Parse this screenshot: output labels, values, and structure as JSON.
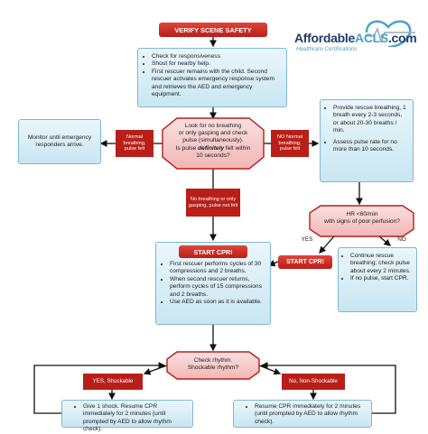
{
  "logo": {
    "brand_part1": "Affordable",
    "brand_part2": "ACLS",
    "brand_part3": ".com",
    "tagline": "Healthcare Certifications",
    "colors": {
      "primary": "#1f3d6b",
      "accent": "#4aa3c8"
    }
  },
  "steps": {
    "verify": "VERIFY SCENE SAFETY",
    "initial_actions": [
      "Check for responsiveness.",
      "Shout for nearby help.",
      "First rescuer remains with the child. Second rescuer activates emergency response system and retrieves the AED and emergency equipment."
    ],
    "assess_line1": "Look for no breathing",
    "assess_line2": "or only gasping and check",
    "assess_line3": "pulse (simultaneously).",
    "assess_line4_pre": "Is pulse ",
    "assess_line4_em": "definitely",
    "assess_line4_post": " felt  within",
    "assess_line5": "10 seconds?",
    "normal_label": "Normal breathing, pulse felt",
    "monitor": "Monitor until emergency responders arrive.",
    "no_normal_label": "NO Normal breathing, pulse felt",
    "rescue_breathing": [
      "Provide rescue breathing, 1 breath every 2-3 seconds, or about 20-30 breaths / min.",
      "Assess pulse rate for no more than 10 seconds."
    ],
    "hr_line1": "HR <60/min",
    "hr_line2": "with signs of poor perfusion?",
    "yes": "YES",
    "no": "NO",
    "start_cpr_right": "START CPR!",
    "continue_list": [
      "Continue rescue breathing; check pulse about every 2 minutes.",
      "If no pulse, start CPR."
    ],
    "no_breathing_label": "No breathing or only gasping, pulse not felt",
    "start_cpr_main": "START CPR!",
    "cpr_list": [
      "First rescuer performs cycles of 30 compressions and 2 breaths.",
      "When second rescuer returns, perform cycles of 15 compressions and 2 breaths.",
      "Use AED as soon as it is available."
    ],
    "rhythm_line1": "Check rhythm.",
    "rhythm_line2": "Shockable rhythm?",
    "shockable": "YES, Shockable",
    "non_shockable": "No, Non-Shockable",
    "shock_action": "Give 1 shock. Resume CPR immediately for 2 minutes (until prompted by AED to allow rhythm check).",
    "resume_action": "Resume CPR immediately for 2 minutes (until prompted by AED to allow rhythm check)."
  }
}
